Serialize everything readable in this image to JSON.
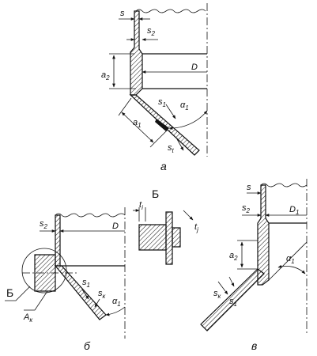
{
  "labels": {
    "s": "s",
    "s2": "s",
    "s2_sub": "2",
    "a2": "a",
    "a2_sub": "2",
    "D": "D",
    "D1": "D",
    "D1_sub": "1",
    "a1": "a",
    "a1_sub": "1",
    "s1": "s",
    "s1_sub": "1",
    "alpha1": "α",
    "alpha1_sub": "1",
    "st": "s",
    "st_sub": "t",
    "sk": "s",
    "sk_sub": "к",
    "ti": "t",
    "ti_sub": "i",
    "tj": "t",
    "tj_sub": "j",
    "Ak": "A",
    "Ak_sub": "к",
    "B": "Б"
  },
  "captions": {
    "a": "а",
    "b": "б",
    "v": "в"
  }
}
